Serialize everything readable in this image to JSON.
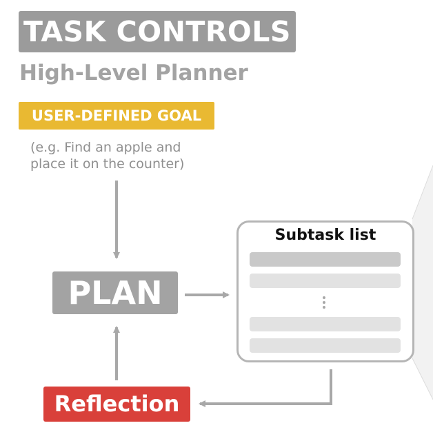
{
  "header": {
    "title": "TASK CONTROLS",
    "subtitle": "High-Level Planner"
  },
  "goal": {
    "badge_label": "USER-DEFINED GOAL",
    "example_line_1": "(e.g. Find an apple and",
    "example_line_2": "place it on the counter)"
  },
  "nodes": {
    "plan_label": "PLAN",
    "reflection_label": "Reflection"
  },
  "subtask_list": {
    "title": "Subtask list",
    "items": [
      "",
      "",
      "",
      ""
    ],
    "has_ellipsis": true
  },
  "colors": {
    "title_banner": "#9b9b9b",
    "subtitle_text": "#a3a3a3",
    "goal_badge": "#e9b932",
    "plan_box": "#a3a3a3",
    "reflection_box": "#d9403a",
    "connector": "#a8a8a8",
    "panel_border": "#b5b5b5",
    "subtask_bar": "#e2e2e2",
    "subtask_bar_active": "#c9c9c9"
  }
}
